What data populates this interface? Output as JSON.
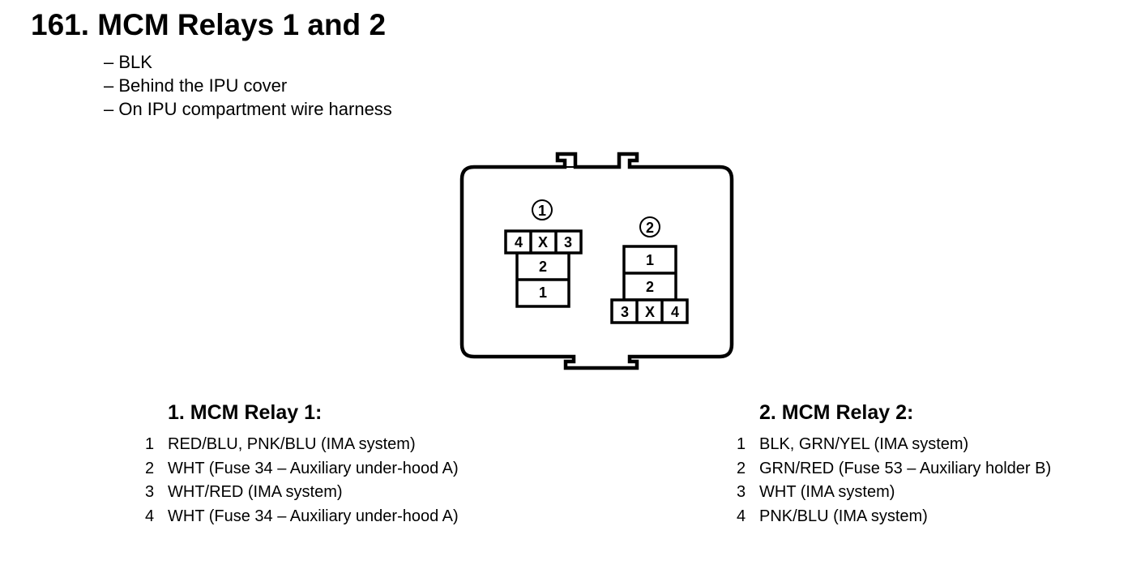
{
  "title": "161. MCM Relays 1 and 2",
  "notes": [
    "– BLK",
    "– Behind the IPU cover",
    "– On IPU compartment wire harness"
  ],
  "connector": {
    "relay1": {
      "marker": "1",
      "pins_top": [
        "4",
        "X",
        "3"
      ],
      "pins_middle": "2",
      "pins_bottom": "1"
    },
    "relay2": {
      "marker": "2",
      "pins_top": "1",
      "pins_middle": "2",
      "pins_bottom": [
        "3",
        "X",
        "4"
      ]
    }
  },
  "relay1": {
    "heading": "1. MCM Relay 1:",
    "pins": [
      {
        "num": "1",
        "desc": "RED/BLU, PNK/BLU (IMA system)"
      },
      {
        "num": "2",
        "desc": "WHT (Fuse 34 – Auxiliary under-hood A)"
      },
      {
        "num": "3",
        "desc": "WHT/RED (IMA system)"
      },
      {
        "num": "4",
        "desc": "WHT (Fuse 34 – Auxiliary under-hood A)"
      }
    ]
  },
  "relay2": {
    "heading": "2. MCM Relay 2:",
    "pins": [
      {
        "num": "1",
        "desc": "BLK, GRN/YEL (IMA system)"
      },
      {
        "num": "2",
        "desc": "GRN/RED (Fuse 53 – Auxiliary holder B)"
      },
      {
        "num": "3",
        "desc": "WHT (IMA system)"
      },
      {
        "num": "4",
        "desc": "PNK/BLU (IMA system)"
      }
    ]
  }
}
